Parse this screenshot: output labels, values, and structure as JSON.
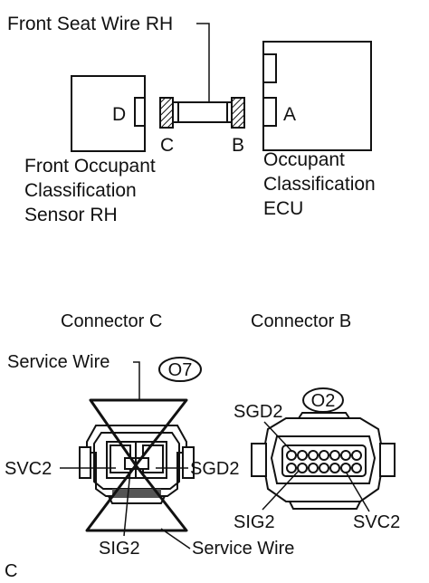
{
  "top_diagram": {
    "wire_label": "Front Seat Wire RH",
    "sensor": {
      "connector_letter": "D",
      "name_lines": [
        "Front Occupant",
        "Classification",
        "Sensor RH"
      ]
    },
    "wire_connectors": {
      "left": "C",
      "right": "B"
    },
    "ecu": {
      "connector_letter": "A",
      "name_lines": [
        "Occupant",
        "Classification",
        "ECU"
      ]
    }
  },
  "connector_c": {
    "title": "Connector C",
    "code": "O7",
    "labels": {
      "service_wire_top": "Service Wire",
      "left_pin": "SVC2",
      "right_pin": "SGD2",
      "bottom_pin": "SIG2",
      "service_wire_bottom": "Service Wire"
    }
  },
  "connector_b": {
    "title": "Connector B",
    "code": "O2",
    "labels": {
      "top_pin": "SGD2",
      "bottom_left_pin": "SIG2",
      "bottom_right_pin": "SVC2"
    }
  },
  "figure_code": "C"
}
